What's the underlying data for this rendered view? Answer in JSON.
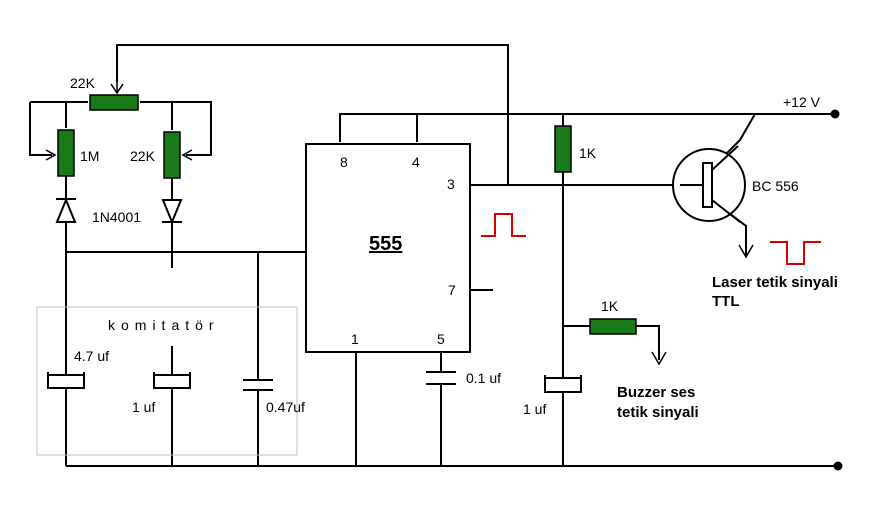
{
  "colors": {
    "wire": "#000000",
    "resistor": "#1a7a1a",
    "pulse": "#d40000",
    "frame": "#c0c0c0"
  },
  "labels": {
    "supply": "+12 V",
    "r_top": "22K",
    "r_left": "1M",
    "r_right": "22K",
    "diode": "1N4001",
    "ic": "555",
    "pin8": "8",
    "pin4": "4",
    "pin3": "3",
    "pin7": "7",
    "pin1": "1",
    "pin5": "5",
    "r_1k_top": "1K",
    "transistor": "BC 556",
    "laser_line1": "Laser tetik sinyali",
    "laser_line2": "TTL",
    "r_1k_buzzer": "1K",
    "buzzer_line1": "Buzzer ses",
    "buzzer_line2": "tetik sinyali",
    "komitator": "komitatör",
    "c1": "4.7 uf",
    "c2": "1 uf",
    "c3": "0.47uf",
    "c4": "0.1 uf",
    "c5": "1 uf"
  }
}
